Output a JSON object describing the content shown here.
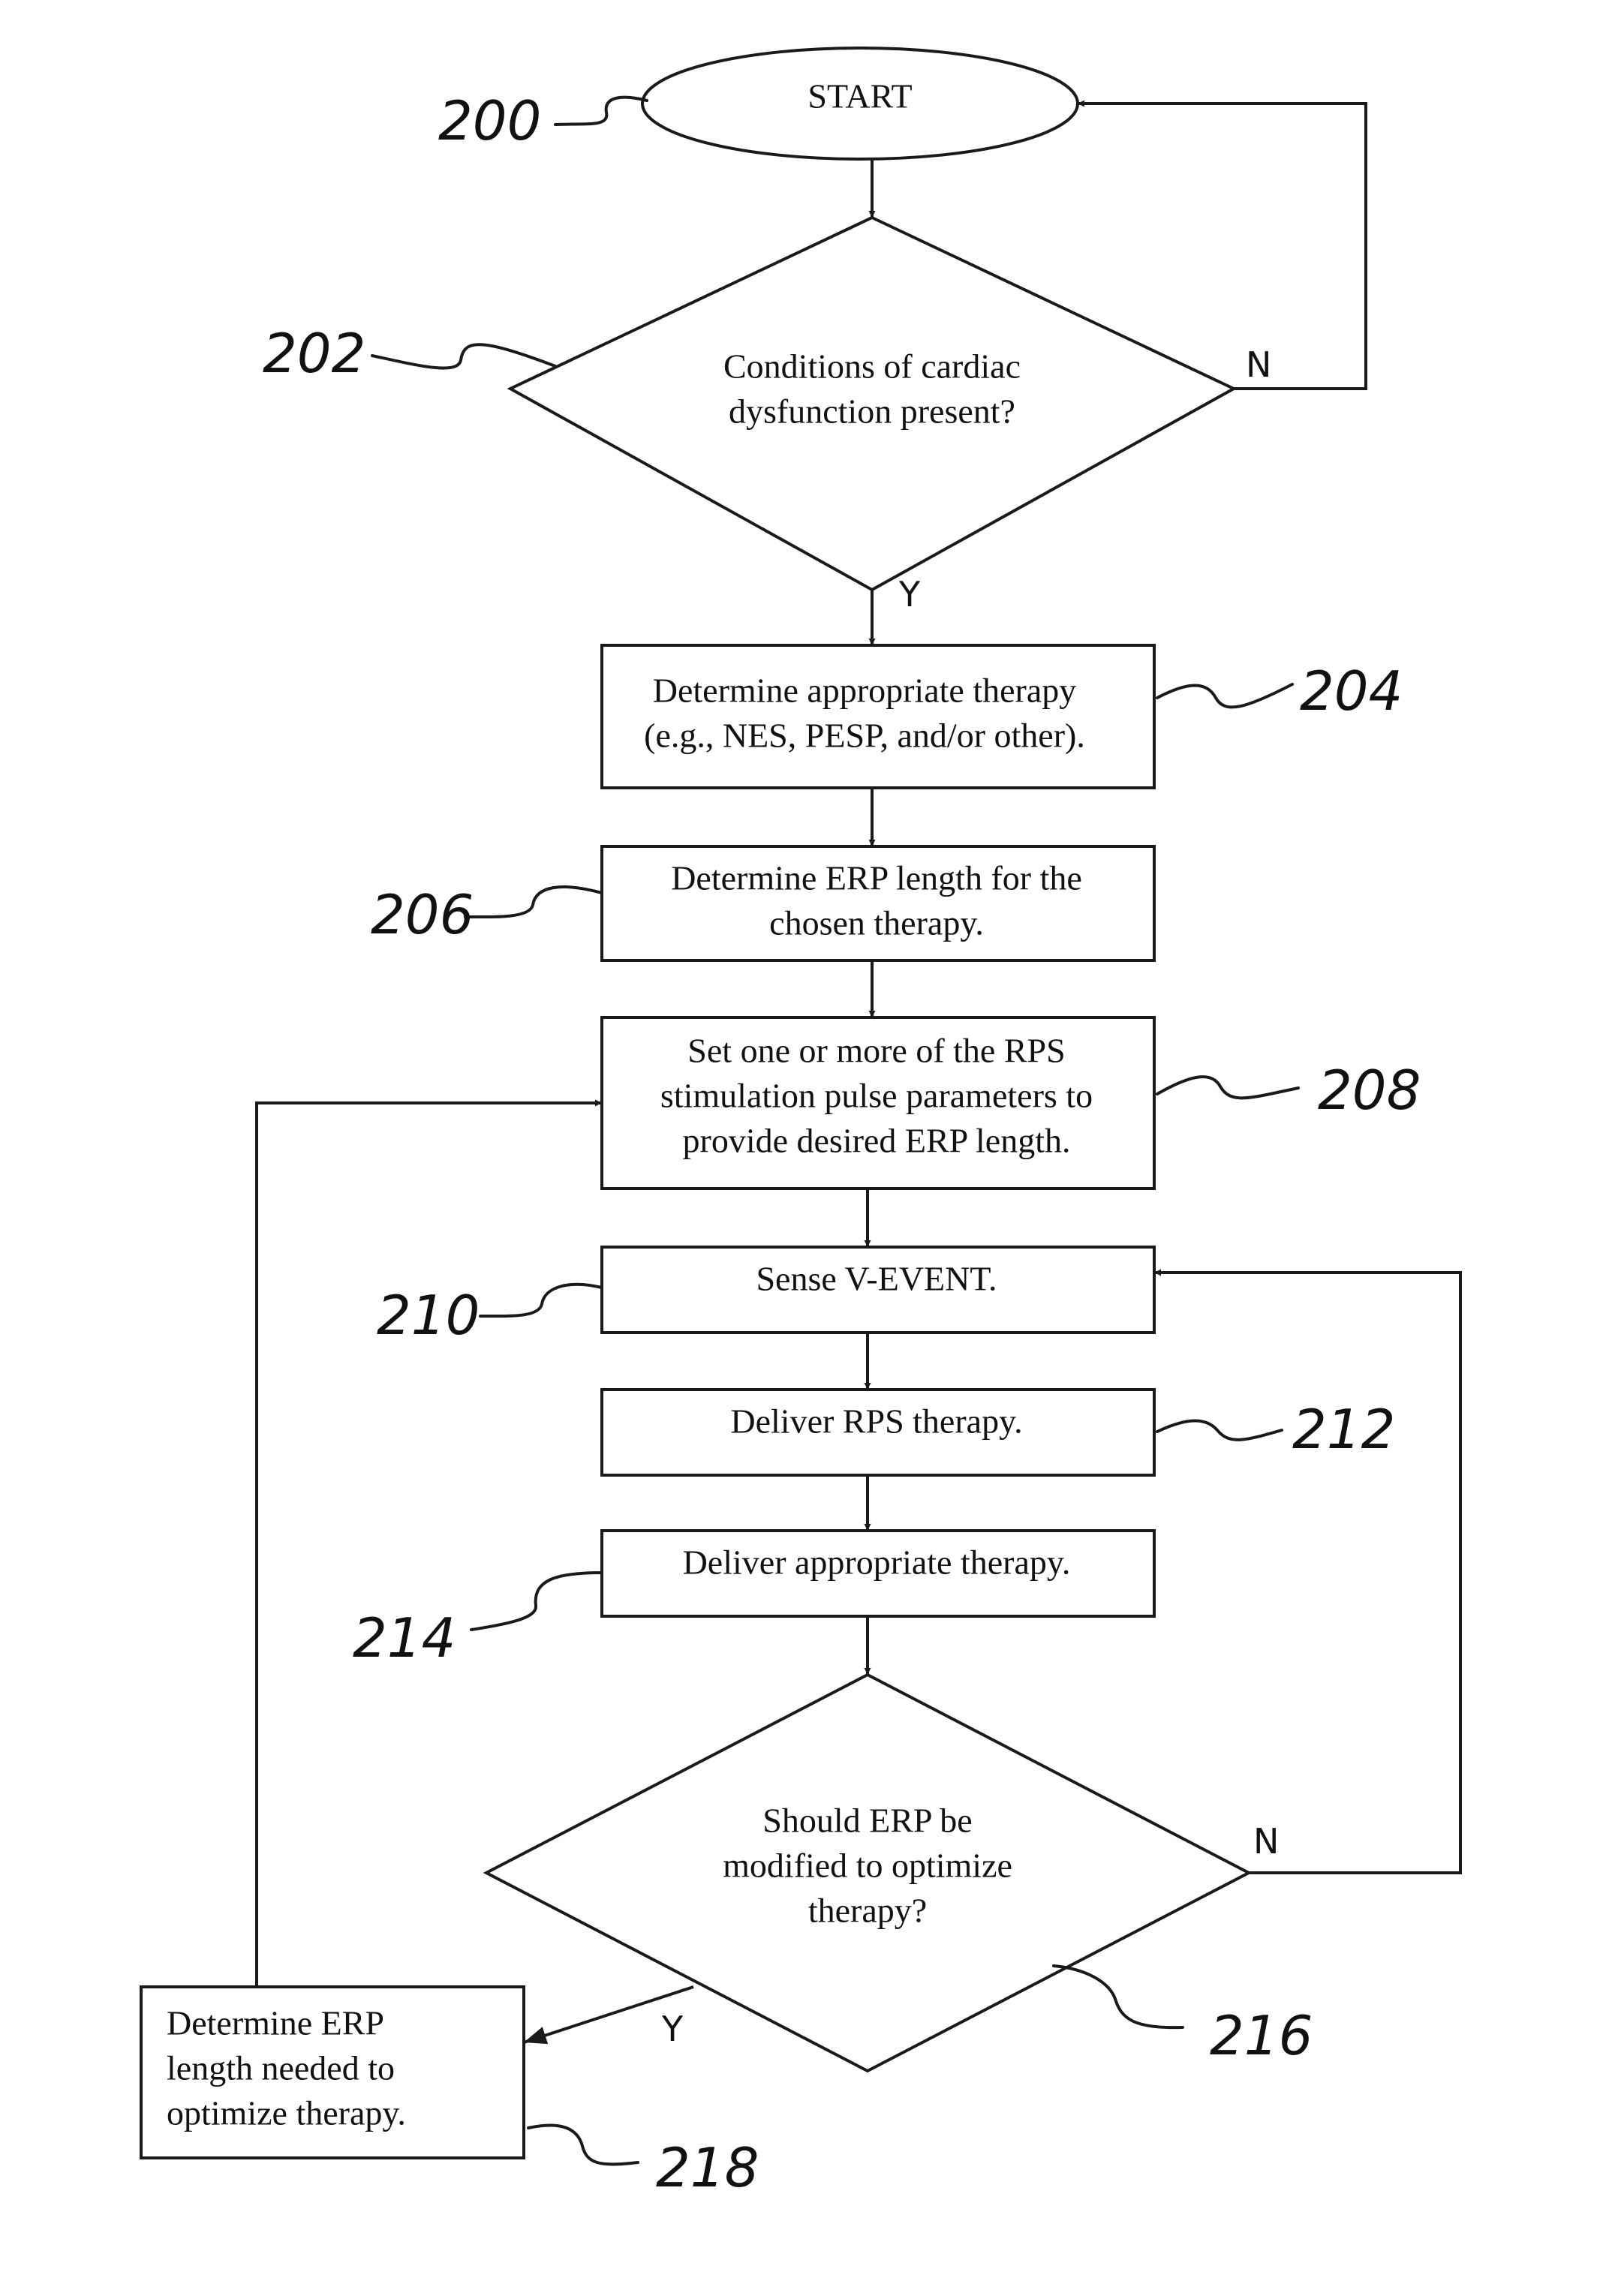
{
  "nodes": {
    "start": {
      "lines": [
        "START"
      ],
      "ref": "200"
    },
    "d202": {
      "lines": [
        "Conditions of cardiac",
        "dysfunction present?"
      ],
      "ref": "202"
    },
    "b204": {
      "lines": [
        "Determine appropriate therapy",
        "(e.g., NES, PESP, and/or other)."
      ],
      "ref": "204"
    },
    "b206": {
      "lines": [
        "Determine ERP length for the",
        "chosen therapy."
      ],
      "ref": "206"
    },
    "b208": {
      "lines": [
        "Set one or more of the RPS",
        "stimulation pulse parameters to",
        "provide desired ERP length."
      ],
      "ref": "208"
    },
    "b210": {
      "lines": [
        "Sense V-EVENT."
      ],
      "ref": "210"
    },
    "b212": {
      "lines": [
        "Deliver RPS therapy."
      ],
      "ref": "212"
    },
    "b214": {
      "lines": [
        "Deliver appropriate therapy."
      ],
      "ref": "214"
    },
    "d216": {
      "lines": [
        "Should ERP be",
        "modified to optimize",
        "therapy?"
      ],
      "ref": "216"
    },
    "b218": {
      "lines": [
        "Determine ERP",
        "length needed to",
        "optimize therapy."
      ],
      "ref": "218"
    }
  },
  "branches": {
    "d202_no": "N",
    "d202_yes": "Y",
    "d216_no": "N",
    "d216_yes": "Y"
  }
}
